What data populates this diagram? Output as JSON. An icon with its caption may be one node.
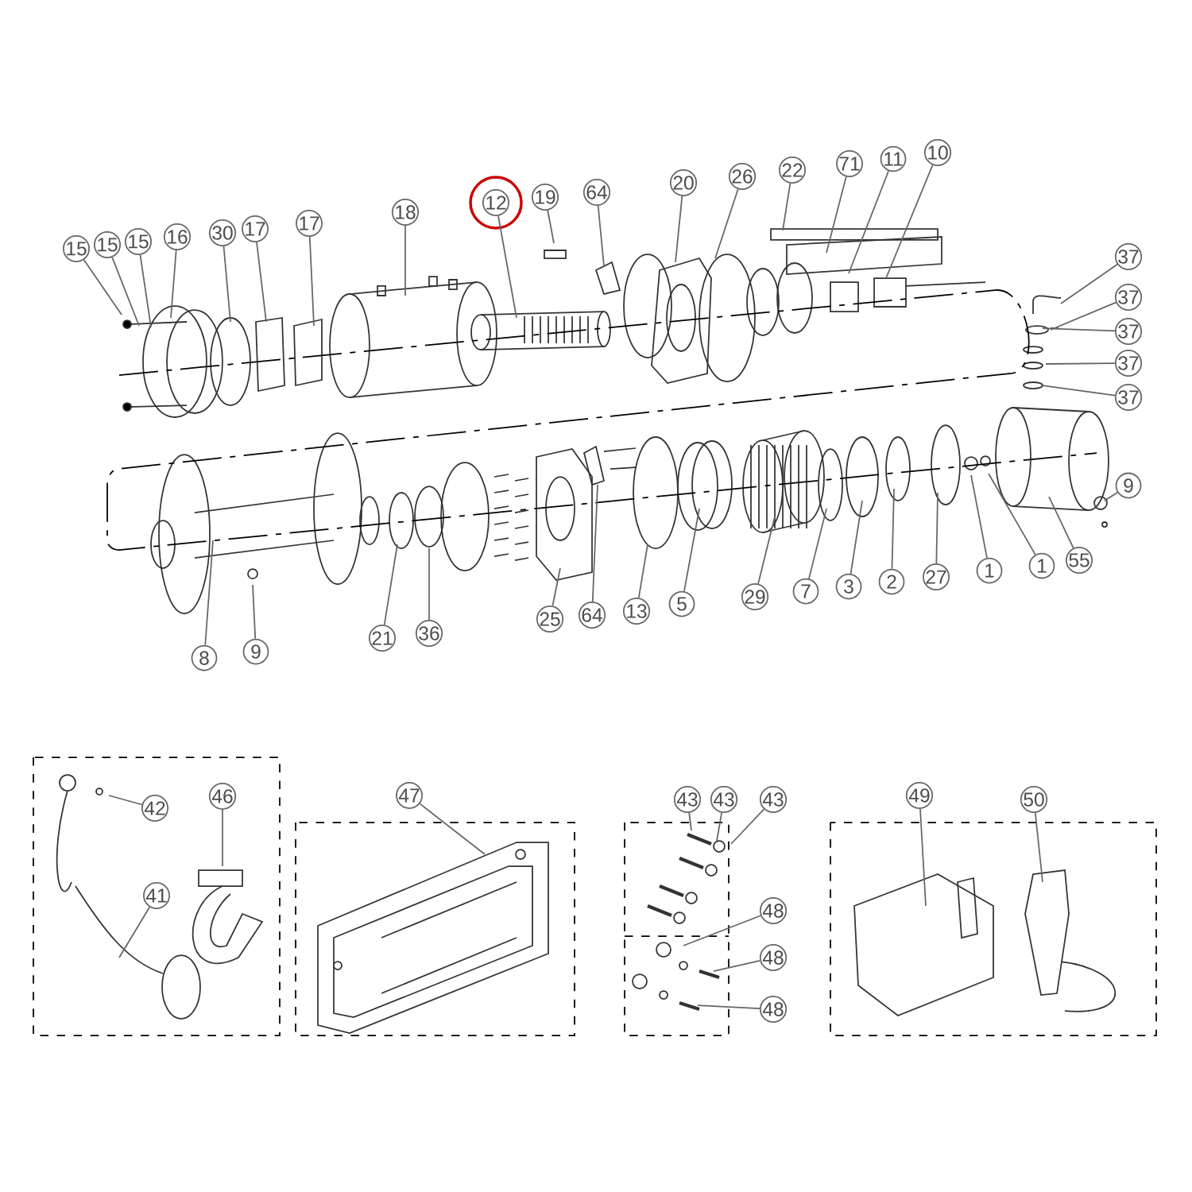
{
  "diagram": {
    "nodes": [
      {
        "text": [
          "15"
        ]
      },
      {
        "text": [
          "15"
        ]
      },
      {
        "text": [
          "15"
        ]
      },
      {
        "text": [
          "16"
        ]
      },
      {
        "text": [
          "30"
        ]
      },
      {
        "text": [
          "17"
        ]
      },
      {
        "text": [
          "17"
        ]
      },
      {
        "text": [
          "18"
        ]
      },
      {
        "text": [
          "12"
        ]
      },
      {
        "text": [
          "19"
        ]
      },
      {
        "text": [
          "64"
        ]
      },
      {
        "text": [
          "20"
        ]
      },
      {
        "text": [
          "26"
        ]
      },
      {
        "text": [
          "22"
        ]
      },
      {
        "text": [
          "71"
        ]
      },
      {
        "text": [
          "11"
        ]
      },
      {
        "text": [
          "10"
        ]
      },
      {
        "text": [
          "37"
        ]
      },
      {
        "text": [
          "37"
        ]
      },
      {
        "text": [
          "37"
        ]
      },
      {
        "text": [
          "37"
        ]
      },
      {
        "text": [
          "37"
        ]
      },
      {
        "text": [
          "9"
        ]
      },
      {
        "text": [
          "55"
        ]
      },
      {
        "text": [
          "1"
        ]
      },
      {
        "text": [
          "1"
        ]
      },
      {
        "text": [
          "27"
        ]
      },
      {
        "text": [
          "2"
        ]
      },
      {
        "text": [
          "3"
        ]
      },
      {
        "text": [
          "7"
        ]
      },
      {
        "text": [
          "29"
        ]
      },
      {
        "text": [
          "5"
        ]
      },
      {
        "text": [
          "13"
        ]
      },
      {
        "text": [
          "64"
        ]
      },
      {
        "text": [
          "25"
        ]
      },
      {
        "text": [
          "36"
        ]
      },
      {
        "text": [
          "21"
        ]
      },
      {
        "text": [
          "9"
        ]
      },
      {
        "text": [
          "8"
        ]
      },
      {
        "text": [
          "42"
        ]
      },
      {
        "text": [
          "46"
        ]
      },
      {
        "text": [
          "41"
        ]
      },
      {
        "text": [
          "47"
        ]
      },
      {
        "text": [
          "43"
        ]
      },
      {
        "text": [
          "43"
        ]
      },
      {
        "text": [
          "43"
        ]
      },
      {
        "text": [
          "48"
        ]
      },
      {
        "text": [
          "48"
        ]
      },
      {
        "text": [
          "48"
        ]
      },
      {
        "text": [
          "49"
        ]
      },
      {
        "text": [
          "50"
        ]
      }
    ],
    "edges": [
      {
        "from": 0,
        "to": null,
        "arrow": "none"
      },
      {
        "from": 1,
        "to": null,
        "arrow": "none"
      },
      {
        "from": 2,
        "to": null,
        "arrow": "none"
      },
      {
        "from": 3,
        "to": null,
        "arrow": "none"
      },
      {
        "from": 4,
        "to": null,
        "arrow": "none"
      },
      {
        "from": 5,
        "to": null,
        "arrow": "none"
      },
      {
        "from": 6,
        "to": null,
        "arrow": "none"
      },
      {
        "from": 7,
        "to": null,
        "arrow": "none"
      },
      {
        "from": 8,
        "to": null,
        "arrow": "none"
      },
      {
        "from": 9,
        "to": null,
        "arrow": "none"
      },
      {
        "from": 10,
        "to": null,
        "arrow": "none"
      },
      {
        "from": 11,
        "to": null,
        "arrow": "none"
      },
      {
        "from": 12,
        "to": null,
        "arrow": "none"
      },
      {
        "from": 13,
        "to": null,
        "arrow": "none"
      },
      {
        "from": 14,
        "to": null,
        "arrow": "none"
      },
      {
        "from": 15,
        "to": null,
        "arrow": "none"
      },
      {
        "from": 16,
        "to": null,
        "arrow": "none"
      },
      {
        "from": 17,
        "to": null,
        "arrow": "none"
      },
      {
        "from": 18,
        "to": null,
        "arrow": "none"
      },
      {
        "from": 19,
        "to": null,
        "arrow": "none"
      },
      {
        "from": 20,
        "to": null,
        "arrow": "none"
      },
      {
        "from": 21,
        "to": null,
        "arrow": "none"
      },
      {
        "from": 22,
        "to": null,
        "arrow": "none"
      },
      {
        "from": 23,
        "to": null,
        "arrow": "none"
      },
      {
        "from": 24,
        "to": null,
        "arrow": "none"
      },
      {
        "from": 25,
        "to": null,
        "arrow": "none"
      },
      {
        "from": 26,
        "to": null,
        "arrow": "none"
      },
      {
        "from": 27,
        "to": null,
        "arrow": "none"
      },
      {
        "from": 28,
        "to": null,
        "arrow": "none"
      },
      {
        "from": 29,
        "to": null,
        "arrow": "none"
      },
      {
        "from": 30,
        "to": null,
        "arrow": "none"
      },
      {
        "from": 31,
        "to": null,
        "arrow": "none"
      },
      {
        "from": 32,
        "to": null,
        "arrow": "none"
      },
      {
        "from": 33,
        "to": null,
        "arrow": "none"
      },
      {
        "from": 34,
        "to": null,
        "arrow": "none"
      },
      {
        "from": 35,
        "to": null,
        "arrow": "none"
      },
      {
        "from": 36,
        "to": null,
        "arrow": "none"
      },
      {
        "from": 37,
        "to": null,
        "arrow": "none"
      },
      {
        "from": 38,
        "to": null,
        "arrow": "none"
      },
      {
        "from": 39,
        "to": null,
        "arrow": "none"
      },
      {
        "from": 40,
        "to": null,
        "arrow": "none"
      },
      {
        "from": 41,
        "to": null,
        "arrow": "none"
      },
      {
        "from": 42,
        "to": null,
        "arrow": "none"
      },
      {
        "from": 43,
        "to": null,
        "arrow": "none"
      },
      {
        "from": 44,
        "to": null,
        "arrow": "none"
      },
      {
        "from": 45,
        "to": null,
        "arrow": "none"
      },
      {
        "from": 46,
        "to": null,
        "arrow": "none"
      },
      {
        "from": 47,
        "to": null,
        "arrow": "none"
      },
      {
        "from": 48,
        "to": null,
        "arrow": "none"
      },
      {
        "from": 49,
        "to": null,
        "arrow": "none"
      },
      {
        "from": 50,
        "to": null,
        "arrow": "none"
      }
    ]
  }
}
